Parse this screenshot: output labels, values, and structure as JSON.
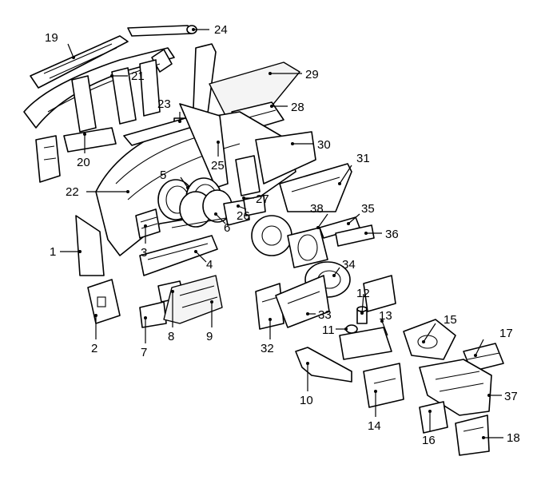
{
  "callouts": {
    "c1": "1",
    "c2": "2",
    "c3": "3",
    "c4": "4",
    "c5": "5",
    "c6": "6",
    "c7": "7",
    "c8": "8",
    "c9": "9",
    "c10": "10",
    "c11": "11",
    "c12": "12",
    "c13": "13",
    "c14": "14",
    "c15": "15",
    "c16": "16",
    "c17": "17",
    "c18": "18",
    "c19": "19",
    "c20": "20",
    "c21": "21",
    "c22": "22",
    "c23": "23",
    "c24": "24",
    "c25": "25",
    "c26": "26",
    "c27": "27",
    "c28": "28",
    "c29": "29",
    "c30": "30",
    "c31": "31",
    "c32": "32",
    "c33": "33",
    "c34": "34",
    "c35": "35",
    "c36": "36",
    "c37": "37",
    "c38": "38"
  },
  "colors": {
    "line": "#000000",
    "paper": "#ffffff"
  }
}
